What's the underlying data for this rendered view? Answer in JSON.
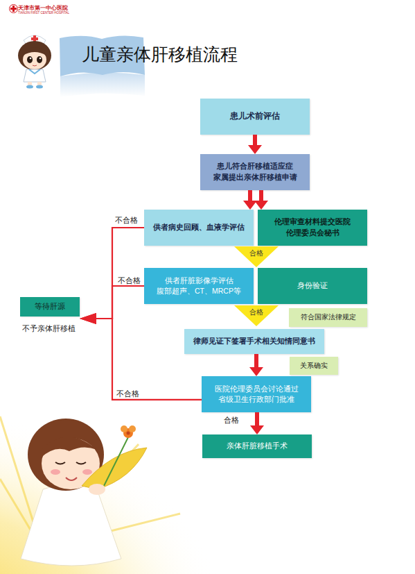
{
  "diagram": {
    "title": "儿童亲体肝移植流程",
    "nodes": [
      {
        "text": [
          "患儿术前评估"
        ]
      },
      {
        "text": [
          "患儿符合肝移植适应症 家属提出亲体肝移植申请"
        ]
      },
      {
        "text": [
          "供者病史回顾、血液学评估"
        ]
      },
      {
        "text": [
          "伦理审查材料提交医院 伦理委员会秘书"
        ]
      },
      {
        "text": [
          "合格"
        ]
      },
      {
        "text": [
          "供者肝脏影像学评估 腹部超声、CT、MRCP等"
        ]
      },
      {
        "text": [
          "身份验证"
        ]
      },
      {
        "text": [
          "合格"
        ]
      },
      {
        "text": [
          "符合国家法律规定"
        ]
      },
      {
        "text": [
          "律师见证下签署手术相关知情同意书"
        ]
      },
      {
        "text": [
          "关系确实"
        ]
      },
      {
        "text": [
          "医院伦理委员会讨论通过 省级卫生行政部门批准"
        ]
      },
      {
        "text": [
          "亲体肝脏移植手术"
        ]
      },
      {
        "text": [
          "等待肝源"
        ]
      }
    ],
    "edges": [
      {
        "from": 0,
        "to": 1,
        "arrow": "to"
      },
      {
        "from": 1,
        "to": 2,
        "arrow": "to"
      },
      {
        "from": 1,
        "to": 3,
        "arrow": "to"
      },
      {
        "from": 9,
        "to": 11,
        "arrow": "to"
      },
      {
        "from": 11,
        "to": 12,
        "label": "合格",
        "arrow": "to"
      },
      {
        "from": 2,
        "to": 13,
        "label": "不合格",
        "arrow": "to"
      },
      {
        "from": 5,
        "to": 13,
        "label": "不合格",
        "arrow": "to"
      },
      {
        "from": 11,
        "to": 13,
        "label": "不合格",
        "arrow": "to"
      }
    ],
    "labels": [
      "天津市第一中心医院",
      "TIANJIN FIRST CENTER HOSPITAL",
      "不予亲体肝移植"
    ]
  }
}
